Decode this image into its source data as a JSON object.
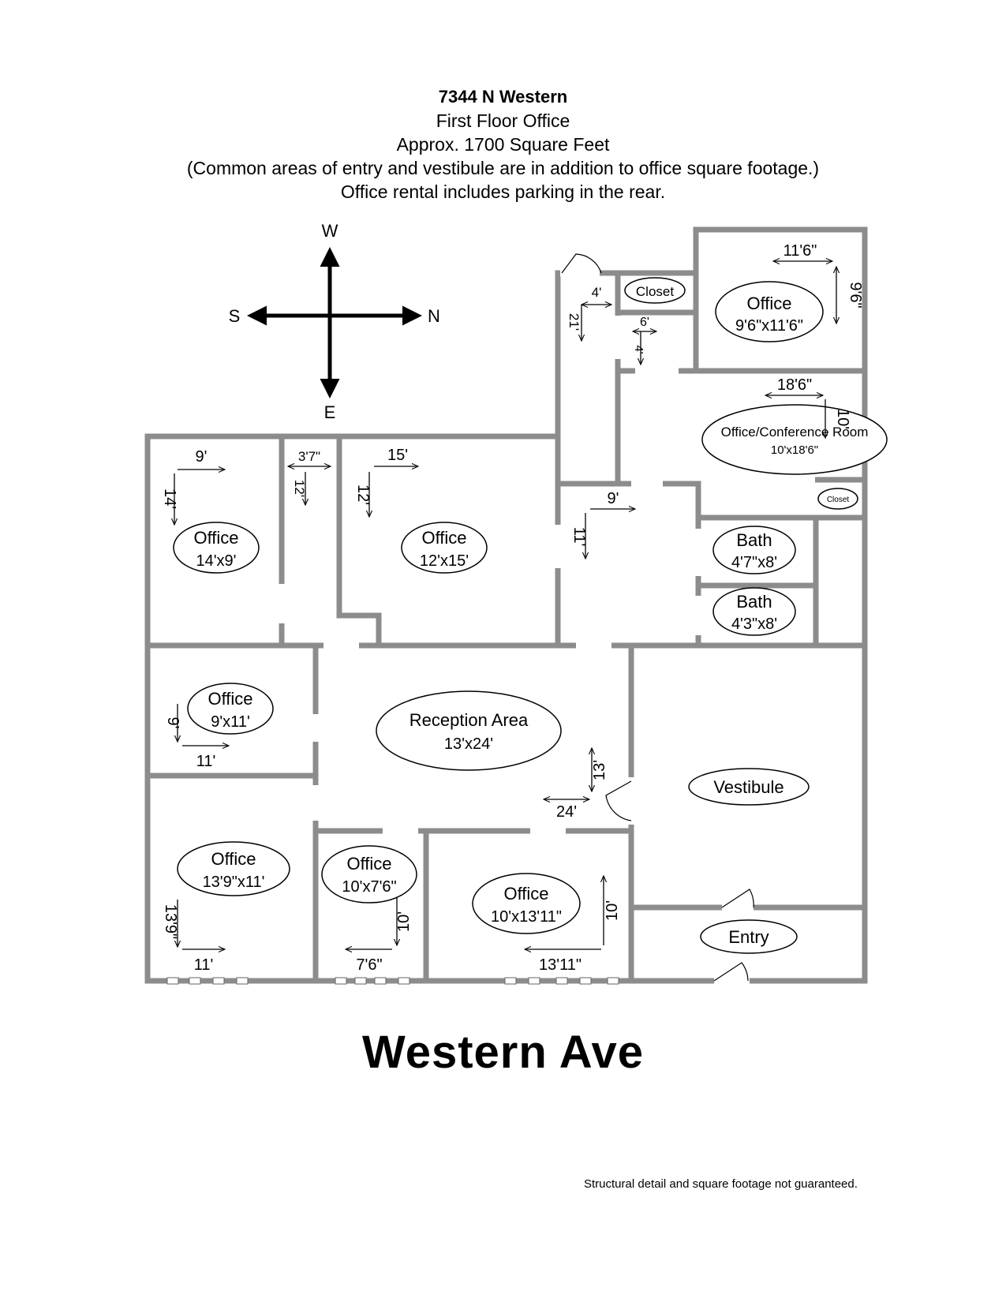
{
  "header": {
    "address": "7344 N Western",
    "floor": "First Floor Office",
    "area": "Approx. 1700 Square Feet",
    "note": "(Common areas of entry and vestibule are in addition to office square footage.)",
    "parking": "Office rental includes parking in the rear."
  },
  "compass": {
    "top": "W",
    "bottom": "E",
    "left": "S",
    "right": "N"
  },
  "rooms": {
    "closet_top": "Closet",
    "office_ne_name": "Office",
    "office_ne_size": "9'6\"x11'6\"",
    "conference_name": "Office/Conference Room",
    "conference_size": "10'x18'6\"",
    "closet_small": "Closet",
    "office_a_name": "Office",
    "office_a_size": "14'x9'",
    "office_b_name": "Office",
    "office_b_size": "12'x15'",
    "bath1_name": "Bath",
    "bath1_size": "4'7\"x8'",
    "bath2_name": "Bath",
    "bath2_size": "4'3\"x8'",
    "office_c_name": "Office",
    "office_c_size": "9'x11'",
    "reception_name": "Reception Area",
    "reception_size": "13'x24'",
    "vestibule": "Vestibule",
    "office_d_name": "Office",
    "office_d_size": "13'9\"x11'",
    "office_e_name": "Office",
    "office_e_size": "10'x7'6\"",
    "office_f_name": "Office",
    "office_f_size": "10'x13'11\"",
    "entry": "Entry"
  },
  "dimensions": {
    "d_11_6": "11'6\"",
    "d_9_6": "9'6\"",
    "d_4": "4'",
    "d_21": "21'",
    "d_6": "6'",
    "d_4b": "4'",
    "d_18_6": "18'6\"",
    "d_10": "10'",
    "d_9": "9'",
    "d_14": "14'",
    "d_3_7": "3'7\"",
    "d_12": "12'",
    "d_15": "15'",
    "d_12b": "12'",
    "d_9b": "9'",
    "d_11": "11'",
    "d_9c": "9'",
    "d_11b": "11'",
    "d_13": "13'",
    "d_24": "24'",
    "d_13_9": "13'9\"",
    "d_11c": "11'",
    "d_7_6": "7'6\"",
    "d_10b": "10'",
    "d_13_11": "13'11\"",
    "d_10c": "10'"
  },
  "street": "Western Ave",
  "disclaimer": "Structural detail and square footage not guaranteed."
}
